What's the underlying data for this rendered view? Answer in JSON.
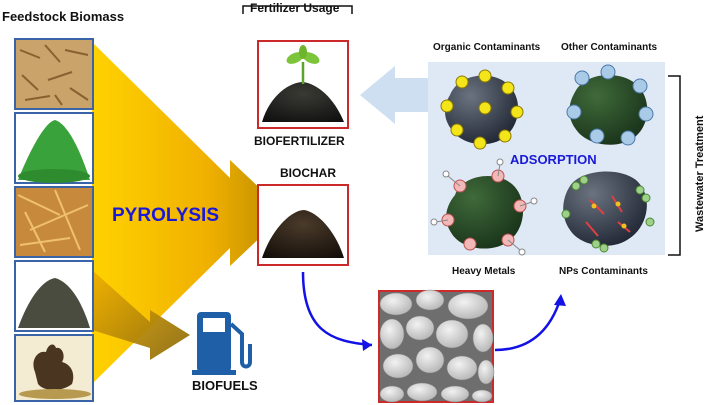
{
  "feedstock": {
    "title": "Feedstock Biomass"
  },
  "process": {
    "pyrolysis": "PYROLYSIS"
  },
  "products": {
    "fertilizer_usage": "Fertilizer Usage",
    "biofertilizer": "BIOFERTILIZER",
    "biochar": "BIOCHAR",
    "biofuels": "BIOFUELS"
  },
  "adsorption": {
    "title": "ADSORPTION",
    "organic": "Organic Contaminants",
    "other": "Other Contaminants",
    "heavy_metals": "Heavy Metals",
    "nps": "NPs Contaminants"
  },
  "wastewater": {
    "label": "Wastewater Treatment"
  },
  "colors": {
    "arrow_gold": "#f5b800",
    "text_blue": "#1a1ad6",
    "frame_blue": "#3a63a8",
    "frame_red": "#cc2a2a",
    "panel_blue": "#dfe9f6",
    "flow_blue": "#1212e6",
    "pump_blue": "#1f5fa8"
  }
}
